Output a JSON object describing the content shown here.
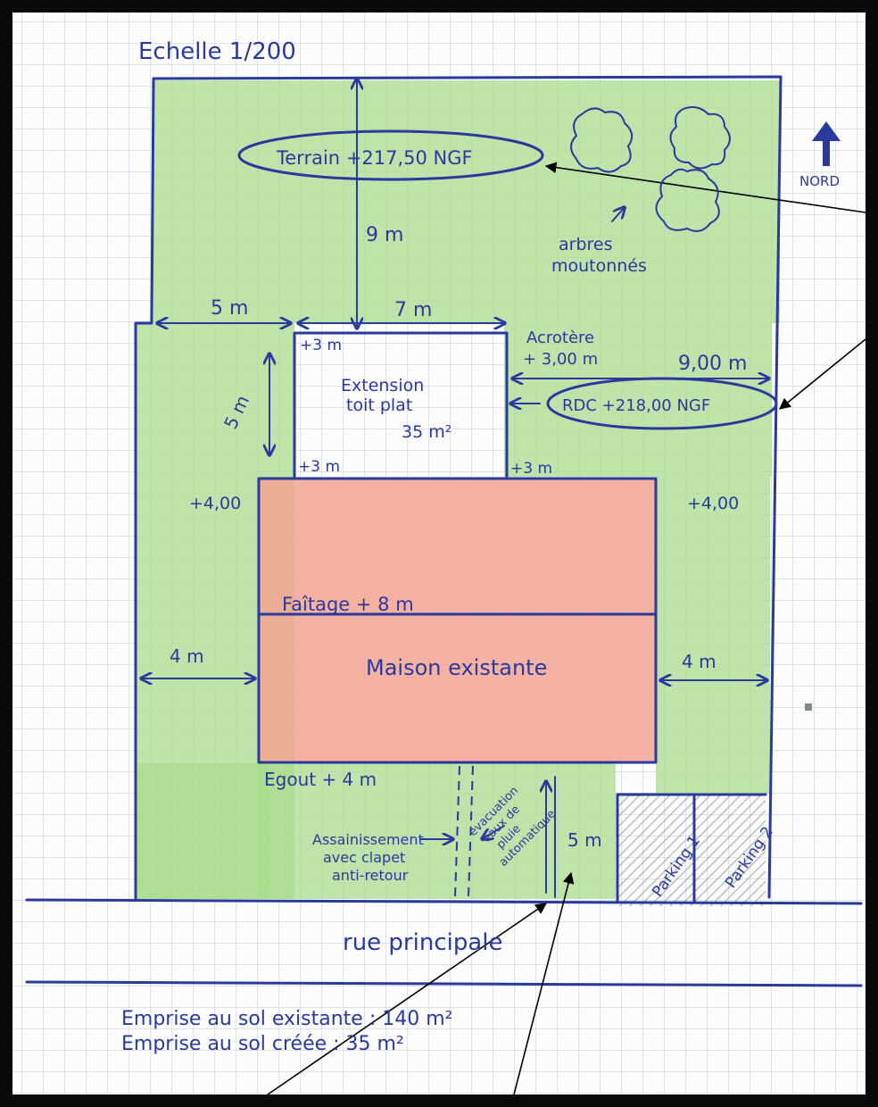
{
  "plan": {
    "scale": "Echelle 1/200",
    "north": "NORD",
    "terrain": "Terrain +217,50 NGF",
    "trees": [
      "arbres",
      "moutonnés"
    ],
    "rdc": "RDC +218,00 NGF",
    "extension_lines": [
      "Extension",
      "toit plat",
      "35 m²"
    ],
    "acrotere_lines": [
      "Acrotère",
      "+ 3,00 m"
    ],
    "maison": "Maison existante",
    "faitage": "Faîtage + 8 m",
    "egout": "Egout + 4 m",
    "assainissement_lines": [
      "Assainissement",
      "avec clapet",
      "anti-retour"
    ],
    "evacuation_lines": [
      "évacuation",
      "eaux de",
      "pluie",
      "automatique"
    ],
    "parking_1": "Parking 1",
    "parking_2": "Parking 2",
    "street": "rue principale",
    "emprise_existante": "Emprise au sol existante : 140 m²",
    "emprise_creee": "Emprise au sol créée : 35 m²"
  },
  "dimensions": {
    "north_setback": "9 m",
    "west_setback_ext": "5 m",
    "ext_width": "7 m",
    "ext_depth": "5 m",
    "east_setback_ext": "9,00 m",
    "west_setback_house": "4 m",
    "east_setback_house": "4 m",
    "gate_width": "5 m",
    "h_ext_nw": "+3 m",
    "h_ext_sw": "+3 m",
    "h_ext_se": "+3 m",
    "h_house_nw": "+4,00",
    "h_house_ne": "+4,00"
  },
  "colors": {
    "ink": "#2a3a9c",
    "lawn": "#a9dc8e",
    "house": "#f3a592",
    "paper": "#fbfcfb",
    "grid": "#c3cdd7"
  }
}
